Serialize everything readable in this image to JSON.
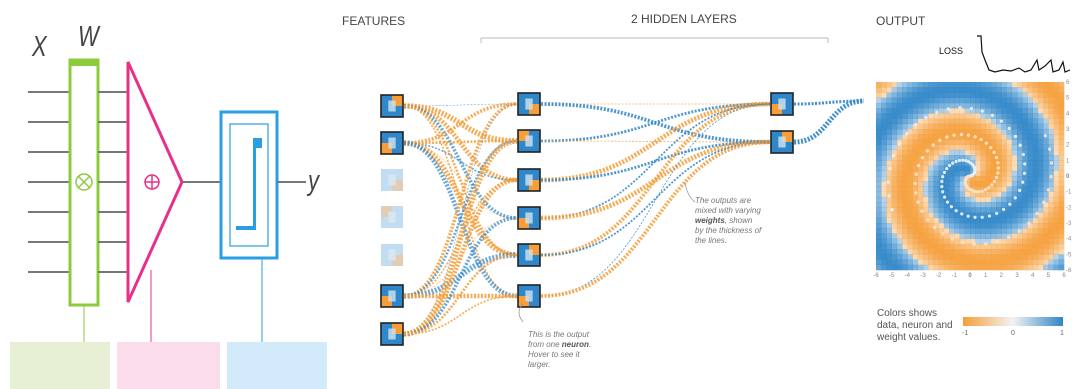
{
  "perceptron": {
    "x_label": "X",
    "w_label": "W",
    "y_label": "y",
    "colors": {
      "weights": "#8ccb3c",
      "summation": "#e8308a",
      "activation": "#2a9ee0",
      "wire": "#777777"
    },
    "legend_blocks": [
      {
        "color": "#e7f0d5"
      },
      {
        "color": "#fbdcea"
      },
      {
        "color": "#d2eafa"
      }
    ],
    "input_count": 7,
    "mid_count": 7
  },
  "playground": {
    "features_title": "FEATURES",
    "hidden_title": "2  HIDDEN LAYERS",
    "output_title": "OUTPUT",
    "loss_label": "LOSS",
    "note_weights": {
      "line1": "The outputs are",
      "line2": "mixed with varying",
      "bold": "weights",
      "line3_rest": ", shown",
      "line4": "by the thickness of",
      "line5": "the lines."
    },
    "note_neuron": {
      "line1": "This is the output",
      "line2_pre": "from one ",
      "bold": "neuron",
      "line2_post": ".",
      "line3": "Hover to see it",
      "line4": "larger."
    },
    "legend": {
      "line1": "Colors shows",
      "line2": "data, neuron and",
      "line3": "weight values.",
      "min": "-1",
      "mid": "0",
      "max": "1"
    },
    "axis_ticks": [
      "-6",
      "-5",
      "-4",
      "-3",
      "-2",
      "-1",
      "0",
      "1",
      "2",
      "3",
      "4",
      "5",
      "6"
    ],
    "colors": {
      "orange": "#f59e3a",
      "blue": "#2f86c8",
      "light_orange": "#f6c38c",
      "light_blue": "#8fc0e6"
    }
  }
}
